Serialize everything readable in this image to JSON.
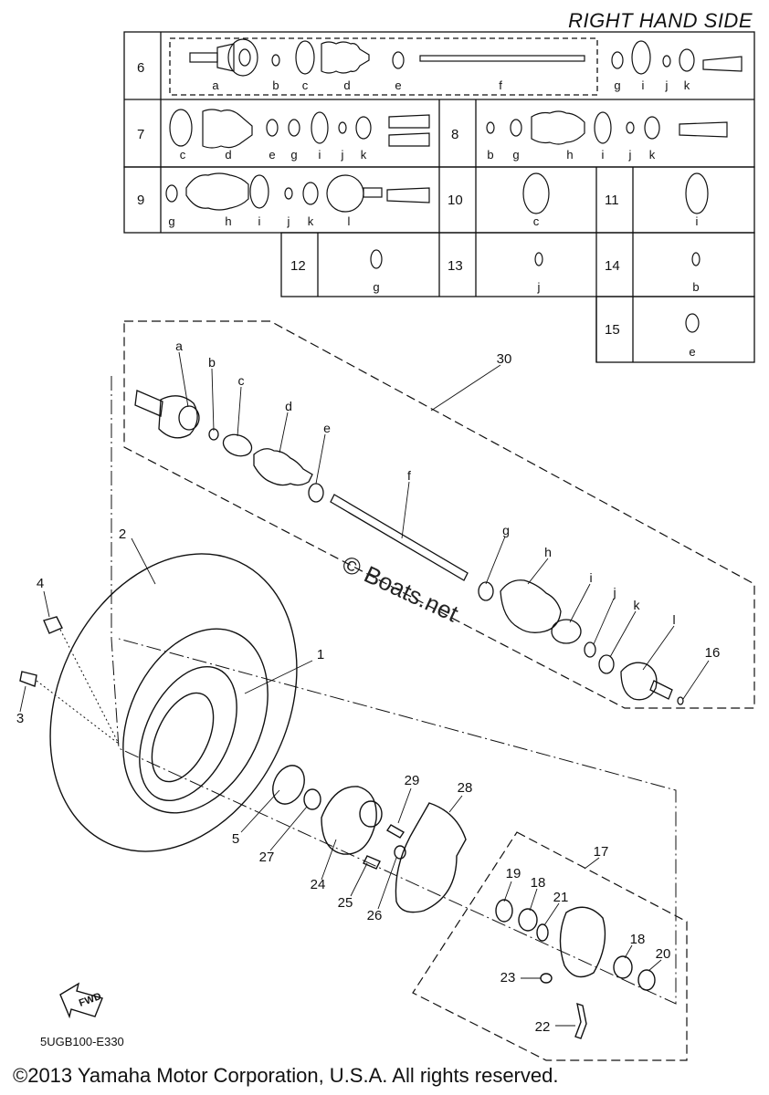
{
  "header": {
    "title": "RIGHT HAND SIDE"
  },
  "footer": {
    "code": "5UGB100-E330",
    "copyright": "©2013 Yamaha Motor Corporation, U.S.A. All rights reserved."
  },
  "watermark": {
    "text": "© Boats.net"
  },
  "fwd_label": "FWD",
  "kits": [
    {
      "num": "6",
      "letters": [
        "a",
        "b",
        "c",
        "d",
        "e",
        "f",
        "g",
        "i",
        "j",
        "k"
      ]
    },
    {
      "num": "7",
      "letters": [
        "c",
        "d",
        "e",
        "g",
        "i",
        "j",
        "k"
      ]
    },
    {
      "num": "8",
      "letters": [
        "b",
        "g",
        "h",
        "i",
        "j",
        "k"
      ]
    },
    {
      "num": "9",
      "letters": [
        "g",
        "h",
        "i",
        "j",
        "k",
        "l"
      ]
    },
    {
      "num": "10",
      "letters": [
        "c"
      ]
    },
    {
      "num": "11",
      "letters": [
        "i"
      ]
    },
    {
      "num": "12",
      "letters": [
        "g"
      ]
    },
    {
      "num": "13",
      "letters": [
        "j"
      ]
    },
    {
      "num": "14",
      "letters": [
        "b"
      ]
    },
    {
      "num": "15",
      "letters": [
        "e"
      ]
    }
  ],
  "callouts": {
    "n1": "1",
    "n2": "2",
    "n3": "3",
    "n4": "4",
    "n5": "5",
    "n16": "16",
    "n17": "17",
    "n18a": "18",
    "n18b": "18",
    "n19": "19",
    "n20": "20",
    "n21": "21",
    "n22": "22",
    "n23": "23",
    "n24": "24",
    "n25": "25",
    "n26": "26",
    "n27": "27",
    "n28": "28",
    "n29": "29",
    "n30": "30",
    "la": "a",
    "lb": "b",
    "lc": "c",
    "ld": "d",
    "le": "e",
    "lf": "f",
    "lg": "g",
    "lh": "h",
    "li": "i",
    "lj": "j",
    "lk": "k",
    "ll": "l"
  }
}
